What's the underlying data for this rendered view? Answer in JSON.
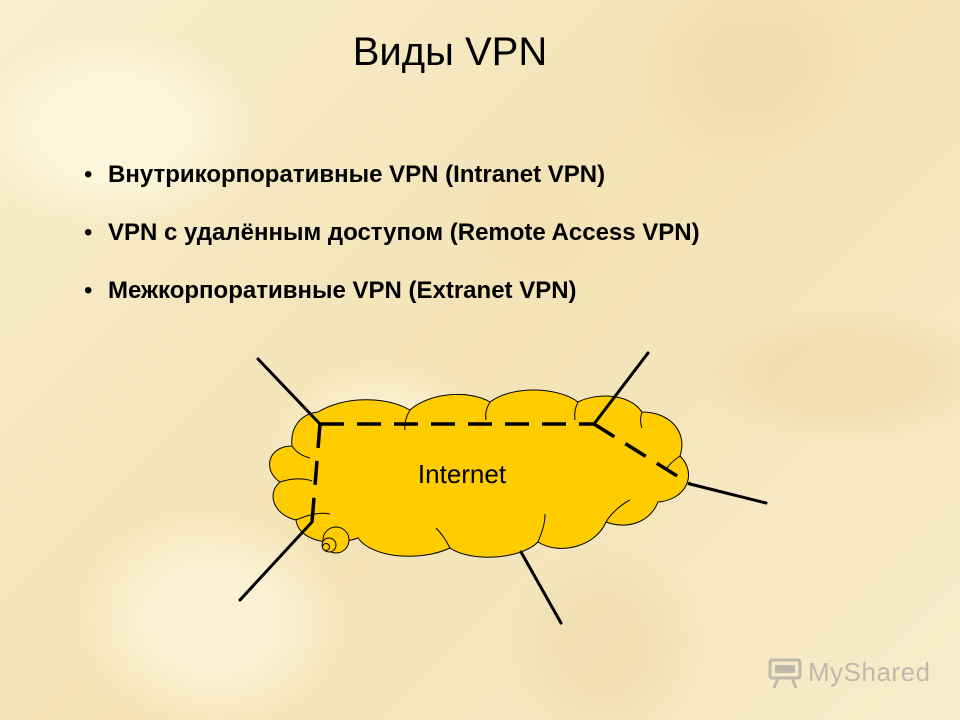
{
  "slide": {
    "title": "Виды VPN",
    "bullet_marker": "•",
    "bullets": [
      "Внутрикорпоративные VPN (Intranet VPN)",
      "VPN с удалённым доступом (Remote Access VPN)",
      "Межкорпоративные VPN (Extranet VPN)"
    ]
  },
  "diagram": {
    "cloud_label": "Internet",
    "cloud_color": "#ffcc00",
    "line_color": "#000000"
  },
  "watermark": {
    "text": "MyShared"
  }
}
